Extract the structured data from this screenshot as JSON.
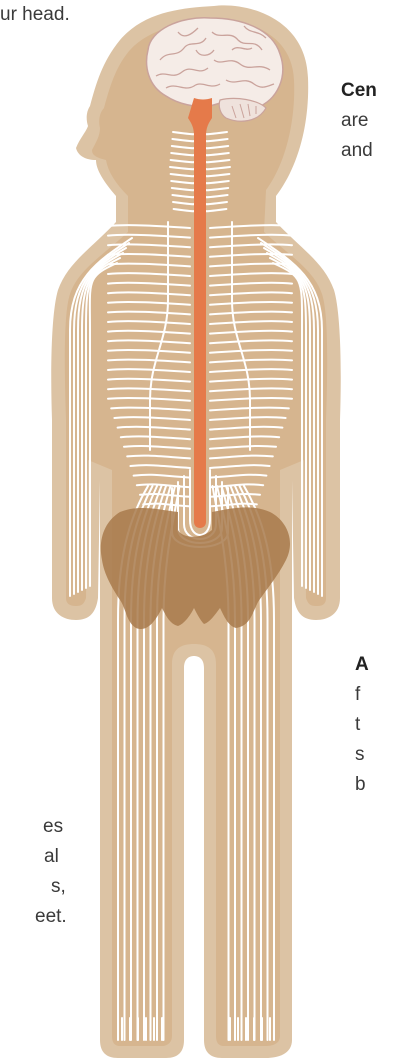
{
  "texts": {
    "head_line": "ur head.",
    "central_title": "Cen",
    "central_line1": "are",
    "central_line2": "and",
    "a_title": "A",
    "a_line1": "f",
    "a_line2": "t",
    "a_line3": "s",
    "a_line4": "b",
    "left_line1": "es",
    "left_line2": "al",
    "left_line3": "s,",
    "left_line4": "eet."
  },
  "colors": {
    "body_outer": "#dcc3a4",
    "body_inner": "#d6b58f",
    "nerve_lines": "#ffffff",
    "spinal_cord": "#e57a4a",
    "pelvis": "#a87a4c",
    "brain_fill": "#f5ece7",
    "brain_folds": "#caa39c"
  }
}
